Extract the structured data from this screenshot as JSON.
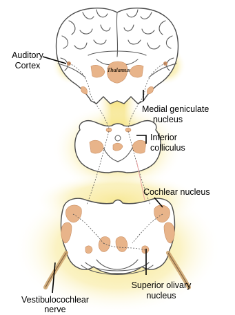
{
  "labels": {
    "auditory_cortex": [
      "Auditory",
      "Cortex"
    ],
    "thalamus": "Thalamus",
    "medial_geniculate": [
      "Medial geniculate",
      "nucleus"
    ],
    "inferior_colliculus": [
      "Inferior",
      "colliculus"
    ],
    "cochlear_nucleus": "Cochlear nucleus",
    "vestibulocochlear_nerve": [
      "Vestibulocochlear",
      "nerve"
    ],
    "superior_olivary": [
      "Superior olivary",
      "nucleus"
    ]
  },
  "colors": {
    "nucleus_fill": "#e8b48a",
    "glow": "#f5e37a",
    "outline": "#4a4a4a",
    "text": "#000000"
  }
}
